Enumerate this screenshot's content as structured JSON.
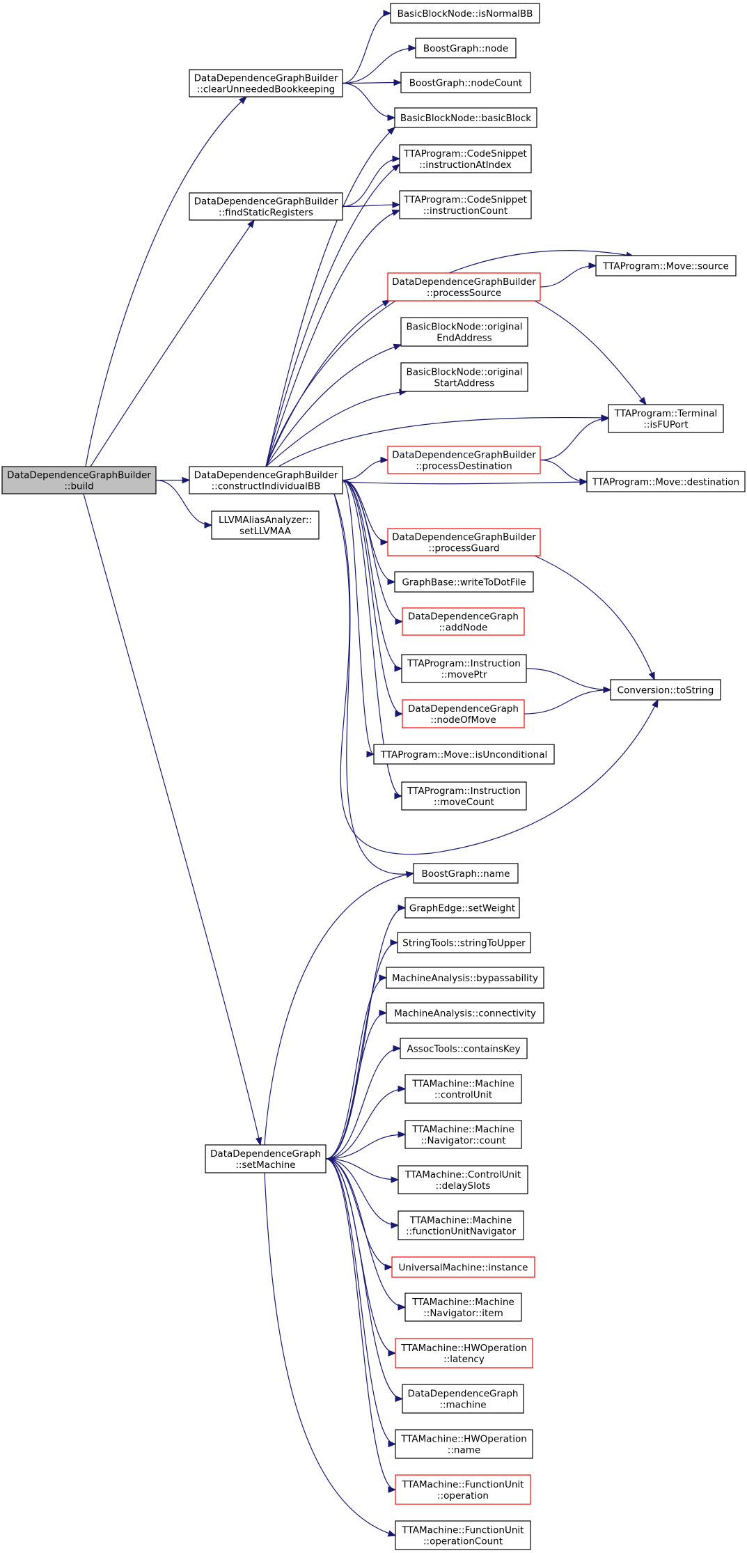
{
  "nodes": [
    {
      "id": "build",
      "lines": [
        "DataDependenceGraphBuilder",
        "::build"
      ],
      "style": "root",
      "interactable": true
    },
    {
      "id": "clearUnneeded",
      "lines": [
        "DataDependenceGraphBuilder",
        "::clearUnneededBookkeeping"
      ],
      "style": "normal",
      "interactable": true
    },
    {
      "id": "findStatic",
      "lines": [
        "DataDependenceGraphBuilder",
        "::findStaticRegisters"
      ],
      "style": "normal",
      "interactable": true
    },
    {
      "id": "constructBB",
      "lines": [
        "DataDependenceGraphBuilder",
        "::constructIndividualBB"
      ],
      "style": "normal",
      "interactable": true
    },
    {
      "id": "setLLVMAA",
      "lines": [
        "LLVMAliasAnalyzer::",
        "setLLVMAA"
      ],
      "style": "normal",
      "interactable": true
    },
    {
      "id": "setMachine",
      "lines": [
        "DataDependenceGraph",
        "::setMachine"
      ],
      "style": "normal",
      "interactable": true
    },
    {
      "id": "isNormalBB",
      "lines": [
        "BasicBlockNode::isNormalBB"
      ],
      "style": "normal",
      "interactable": true
    },
    {
      "id": "bgNode",
      "lines": [
        "BoostGraph::node"
      ],
      "style": "normal",
      "interactable": true
    },
    {
      "id": "bgNodeCount",
      "lines": [
        "BoostGraph::nodeCount"
      ],
      "style": "normal",
      "interactable": true
    },
    {
      "id": "basicBlock",
      "lines": [
        "BasicBlockNode::basicBlock"
      ],
      "style": "normal",
      "interactable": true
    },
    {
      "id": "instrAtIndex",
      "lines": [
        "TTAProgram::CodeSnippet",
        "::instructionAtIndex"
      ],
      "style": "normal",
      "interactable": true
    },
    {
      "id": "instrCount",
      "lines": [
        "TTAProgram::CodeSnippet",
        "::instructionCount"
      ],
      "style": "normal",
      "interactable": true
    },
    {
      "id": "processSource",
      "lines": [
        "DataDependenceGraphBuilder",
        "::processSource"
      ],
      "style": "red",
      "interactable": true
    },
    {
      "id": "origEnd",
      "lines": [
        "BasicBlockNode::original",
        "EndAddress"
      ],
      "style": "normal",
      "interactable": true
    },
    {
      "id": "origStart",
      "lines": [
        "BasicBlockNode::original",
        "StartAddress"
      ],
      "style": "normal",
      "interactable": true
    },
    {
      "id": "processDest",
      "lines": [
        "DataDependenceGraphBuilder",
        "::processDestination"
      ],
      "style": "red",
      "interactable": true
    },
    {
      "id": "processGuard",
      "lines": [
        "DataDependenceGraphBuilder",
        "::processGuard"
      ],
      "style": "red",
      "interactable": true
    },
    {
      "id": "writeToDot",
      "lines": [
        "GraphBase::writeToDotFile"
      ],
      "style": "normal",
      "interactable": true
    },
    {
      "id": "addNode",
      "lines": [
        "DataDependenceGraph",
        "::addNode"
      ],
      "style": "red",
      "interactable": true
    },
    {
      "id": "movePtr",
      "lines": [
        "TTAProgram::Instruction",
        "::movePtr"
      ],
      "style": "normal",
      "interactable": true
    },
    {
      "id": "nodeOfMove",
      "lines": [
        "DataDependenceGraph",
        "::nodeOfMove"
      ],
      "style": "red",
      "interactable": true
    },
    {
      "id": "isUncond",
      "lines": [
        "TTAProgram::Move::isUnconditional"
      ],
      "style": "normal",
      "interactable": true
    },
    {
      "id": "moveCount",
      "lines": [
        "TTAProgram::Instruction",
        "::moveCount"
      ],
      "style": "normal",
      "interactable": true
    },
    {
      "id": "moveSource",
      "lines": [
        "TTAProgram::Move::source"
      ],
      "style": "normal",
      "interactable": true
    },
    {
      "id": "isFUPort",
      "lines": [
        "TTAProgram::Terminal",
        "::isFUPort"
      ],
      "style": "normal",
      "interactable": true
    },
    {
      "id": "moveDest",
      "lines": [
        "TTAProgram::Move::destination"
      ],
      "style": "normal",
      "interactable": true
    },
    {
      "id": "toString",
      "lines": [
        "Conversion::toString"
      ],
      "style": "normal",
      "interactable": true
    },
    {
      "id": "bgName",
      "lines": [
        "BoostGraph::name"
      ],
      "style": "normal",
      "interactable": true
    },
    {
      "id": "setWeight",
      "lines": [
        "GraphEdge::setWeight"
      ],
      "style": "normal",
      "interactable": true
    },
    {
      "id": "toUpper",
      "lines": [
        "StringTools::stringToUpper"
      ],
      "style": "normal",
      "interactable": true
    },
    {
      "id": "bypass",
      "lines": [
        "MachineAnalysis::bypassability"
      ],
      "style": "normal",
      "interactable": true
    },
    {
      "id": "connect",
      "lines": [
        "MachineAnalysis::connectivity"
      ],
      "style": "normal",
      "interactable": true
    },
    {
      "id": "containsKey",
      "lines": [
        "AssocTools::containsKey"
      ],
      "style": "normal",
      "interactable": true
    },
    {
      "id": "controlUnit",
      "lines": [
        "TTAMachine::Machine",
        "::controlUnit"
      ],
      "style": "normal",
      "interactable": true
    },
    {
      "id": "navCount",
      "lines": [
        "TTAMachine::Machine",
        "::Navigator::count"
      ],
      "style": "normal",
      "interactable": true
    },
    {
      "id": "delaySlots",
      "lines": [
        "TTAMachine::ControlUnit",
        "::delaySlots"
      ],
      "style": "normal",
      "interactable": true
    },
    {
      "id": "fuNav",
      "lines": [
        "TTAMachine::Machine",
        "::functionUnitNavigator"
      ],
      "style": "normal",
      "interactable": true
    },
    {
      "id": "umInstance",
      "lines": [
        "UniversalMachine::instance"
      ],
      "style": "red",
      "interactable": true
    },
    {
      "id": "navItem",
      "lines": [
        "TTAMachine::Machine",
        "::Navigator::item"
      ],
      "style": "normal",
      "interactable": true
    },
    {
      "id": "hwLatency",
      "lines": [
        "TTAMachine::HWOperation",
        "::latency"
      ],
      "style": "red",
      "interactable": true
    },
    {
      "id": "ddgMachine",
      "lines": [
        "DataDependenceGraph",
        "::machine"
      ],
      "style": "normal",
      "interactable": true
    },
    {
      "id": "hwName",
      "lines": [
        "TTAMachine::HWOperation",
        "::name"
      ],
      "style": "normal",
      "interactable": true
    },
    {
      "id": "fuOperation",
      "lines": [
        "TTAMachine::FunctionUnit",
        "::operation"
      ],
      "style": "red",
      "interactable": true
    },
    {
      "id": "fuOpCount",
      "lines": [
        "TTAMachine::FunctionUnit",
        "::operationCount"
      ],
      "style": "normal",
      "interactable": true
    }
  ],
  "edges": [
    [
      "build",
      "clearUnneeded"
    ],
    [
      "build",
      "findStatic"
    ],
    [
      "build",
      "constructBB"
    ],
    [
      "build",
      "setLLVMAA"
    ],
    [
      "build",
      "setMachine"
    ],
    [
      "clearUnneeded",
      "isNormalBB"
    ],
    [
      "clearUnneeded",
      "bgNode"
    ],
    [
      "clearUnneeded",
      "bgNodeCount"
    ],
    [
      "clearUnneeded",
      "basicBlock"
    ],
    [
      "findStatic",
      "instrAtIndex"
    ],
    [
      "findStatic",
      "instrCount"
    ],
    [
      "constructBB",
      "basicBlock"
    ],
    [
      "constructBB",
      "instrAtIndex"
    ],
    [
      "constructBB",
      "instrCount"
    ],
    [
      "constructBB",
      "moveSource"
    ],
    [
      "constructBB",
      "processSource"
    ],
    [
      "constructBB",
      "origEnd"
    ],
    [
      "constructBB",
      "origStart"
    ],
    [
      "constructBB",
      "isFUPort"
    ],
    [
      "constructBB",
      "processDest"
    ],
    [
      "constructBB",
      "moveDest"
    ],
    [
      "constructBB",
      "processGuard"
    ],
    [
      "constructBB",
      "writeToDot"
    ],
    [
      "constructBB",
      "addNode"
    ],
    [
      "constructBB",
      "movePtr"
    ],
    [
      "constructBB",
      "nodeOfMove"
    ],
    [
      "constructBB",
      "isUncond"
    ],
    [
      "constructBB",
      "moveCount"
    ],
    [
      "constructBB",
      "toString"
    ],
    [
      "constructBB",
      "bgName"
    ],
    [
      "processSource",
      "moveSource"
    ],
    [
      "processSource",
      "isFUPort"
    ],
    [
      "processDest",
      "isFUPort"
    ],
    [
      "processDest",
      "moveDest"
    ],
    [
      "processGuard",
      "toString"
    ],
    [
      "movePtr",
      "toString"
    ],
    [
      "nodeOfMove",
      "toString"
    ],
    [
      "setMachine",
      "bgName"
    ],
    [
      "setMachine",
      "setWeight"
    ],
    [
      "setMachine",
      "toUpper"
    ],
    [
      "setMachine",
      "bypass"
    ],
    [
      "setMachine",
      "connect"
    ],
    [
      "setMachine",
      "containsKey"
    ],
    [
      "setMachine",
      "controlUnit"
    ],
    [
      "setMachine",
      "navCount"
    ],
    [
      "setMachine",
      "delaySlots"
    ],
    [
      "setMachine",
      "fuNav"
    ],
    [
      "setMachine",
      "umInstance"
    ],
    [
      "setMachine",
      "navItem"
    ],
    [
      "setMachine",
      "hwLatency"
    ],
    [
      "setMachine",
      "ddgMachine"
    ],
    [
      "setMachine",
      "hwName"
    ],
    [
      "setMachine",
      "fuOperation"
    ],
    [
      "setMachine",
      "fuOpCount"
    ]
  ],
  "colors": {
    "edge": "#191970",
    "root_fill": "#bfbfbf",
    "node_fill": "#ffffff",
    "node_border": "#000000",
    "red_border": "#ff0000"
  }
}
